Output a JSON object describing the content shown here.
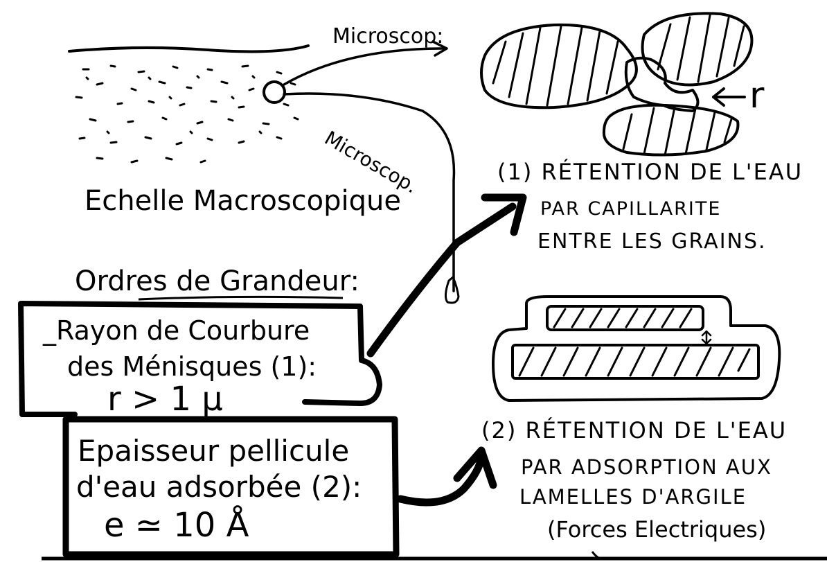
{
  "labels": {
    "microscop_top": "Microscop:",
    "microscop_side": "Microscop.",
    "scale_title": "Echelle Macroscopique",
    "r_label": "r",
    "orders_heading": "Ordres de Grandeur:"
  },
  "box1": {
    "line1": "_Rayon de Courbure",
    "line2": "des Ménisques (1):",
    "line3": "r > 1 μ"
  },
  "box2": {
    "line1": "Epaisseur pellicule",
    "line2": "d'eau adsorbée (2):",
    "line3": "e ≃ 10 Å"
  },
  "caption1": {
    "line1": "(1) RÉTENTION DE L'EAU",
    "line2": "PAR CAPILLARITE",
    "line3": "ENTRE LES GRAINS."
  },
  "caption2": {
    "line1": "(2) RÉTENTION DE L'EAU",
    "line2": "PAR ADSORPTION AUX",
    "line3": "LAMELLES D'ARGILE",
    "line4": "(Forces Electriques)"
  },
  "colors": {
    "ink": "#000000",
    "paper": "#ffffff"
  }
}
